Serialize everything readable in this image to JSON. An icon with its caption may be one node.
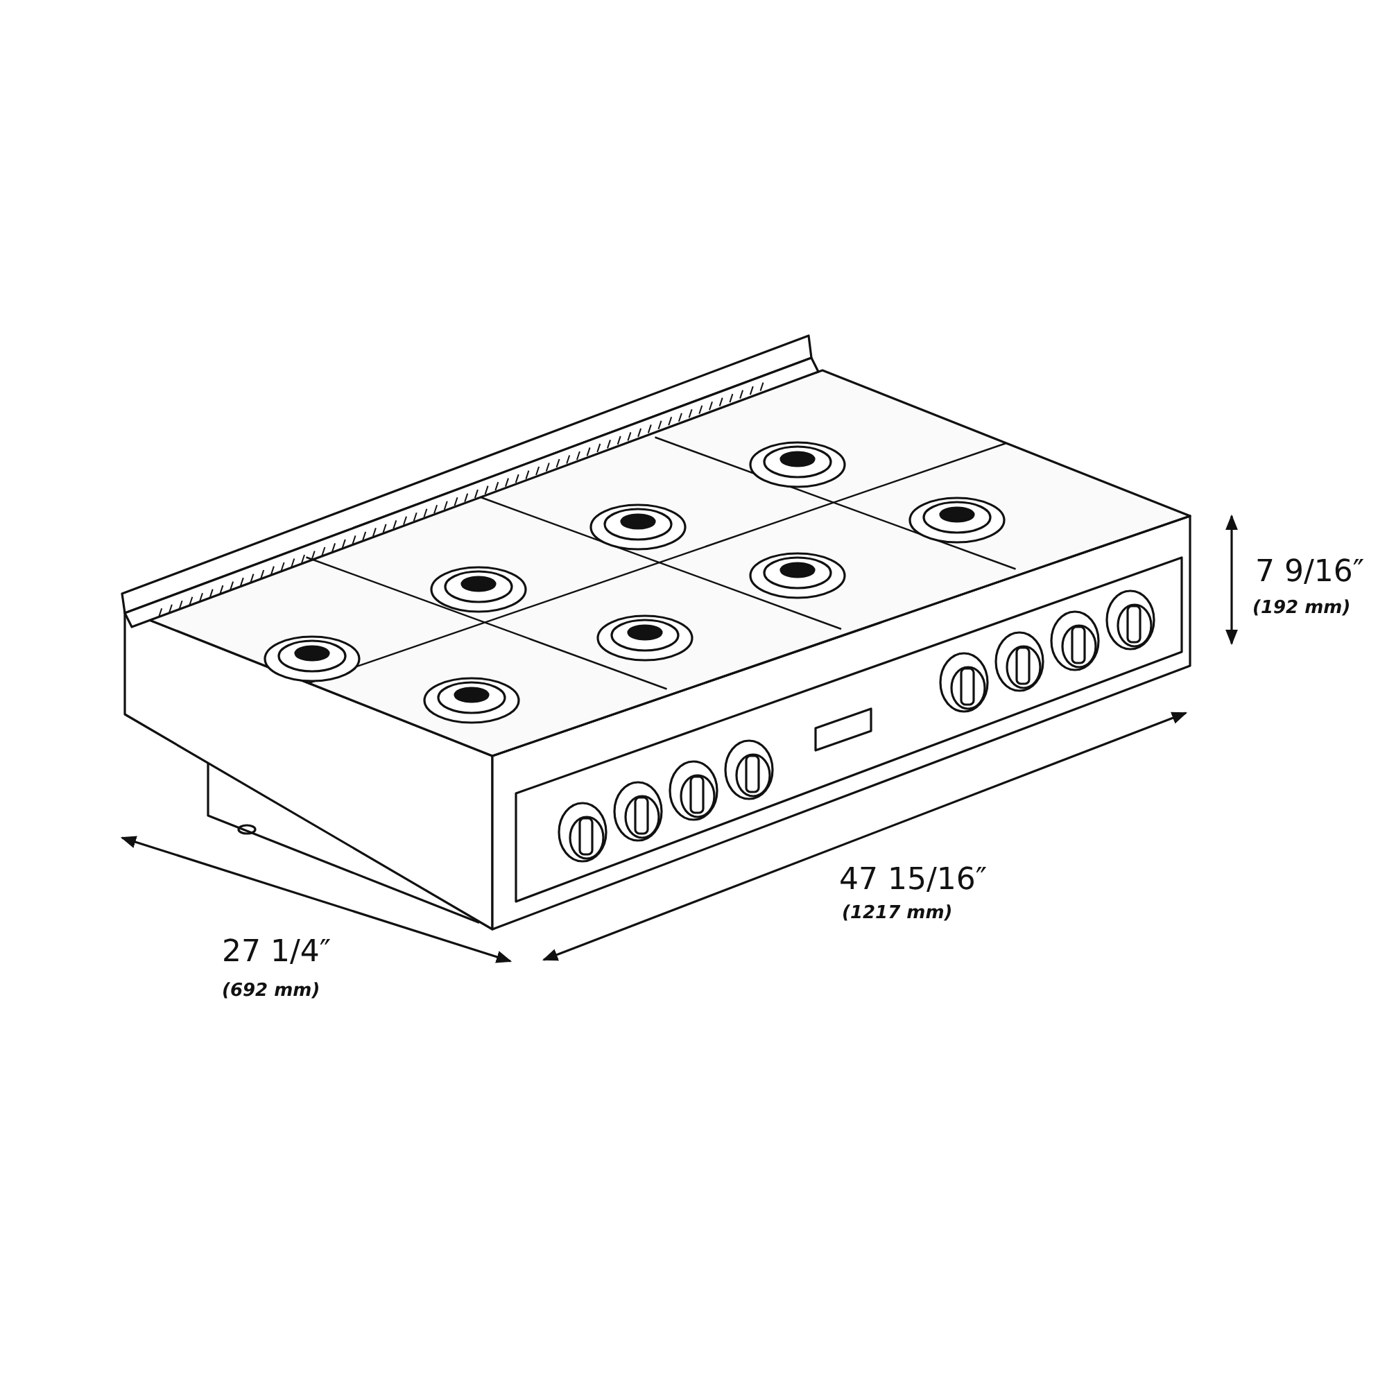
{
  "diagram": {
    "labels": [
      "7 9/16″",
      "(192 mm)",
      "47 15/16″",
      "(1217 mm)",
      "27 1/4″",
      "(692 mm)"
    ]
  }
}
